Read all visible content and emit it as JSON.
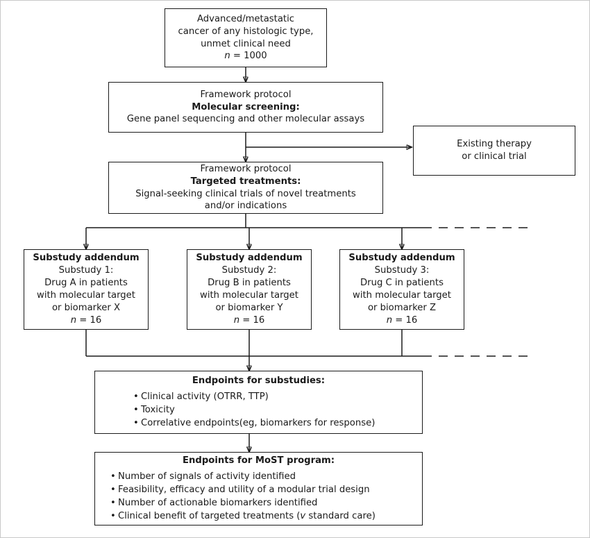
{
  "figure": {
    "title": "MoST modular trial program flowchart",
    "line_color": "#1a1a1a",
    "background": "#ffffff",
    "border_color": "#c8c8c8"
  },
  "nodes": {
    "population": {
      "line1": "Advanced/metastatic",
      "line2": "cancer of any histologic type,",
      "line3": "unmet clinical need",
      "n_italic": "n",
      "n_value": "= 1000"
    },
    "screening": {
      "line1": "Framework protocol",
      "heading": "Molecular screening:",
      "line3": "Gene panel sequencing and other molecular assays"
    },
    "existing": {
      "line1": "Existing therapy",
      "line2": "or clinical trial"
    },
    "targeted": {
      "line1": "Framework protocol",
      "heading": "Targeted treatments:",
      "line3": "Signal-seeking clinical trials of novel treatments",
      "line4": "and/or indications"
    },
    "substudy1": {
      "heading": "Substudy addendum",
      "line2": "Substudy 1:",
      "line3": "Drug A in patients",
      "line4": "with molecular target",
      "line5": "or biomarker X",
      "n_italic": "n",
      "n_value": "= 16"
    },
    "substudy2": {
      "heading": "Substudy addendum",
      "line2": "Substudy 2:",
      "line3": "Drug B in patients",
      "line4": "with molecular target",
      "line5": "or biomarker Y",
      "n_italic": "n",
      "n_value": "= 16"
    },
    "substudy3": {
      "heading": "Substudy addendum",
      "line2": "Substudy 3:",
      "line3": "Drug C in patients",
      "line4": "with molecular target",
      "line5": "or biomarker Z",
      "n_italic": "n",
      "n_value": "= 16"
    },
    "endpoints_substudies": {
      "heading": "Endpoints for substudies:",
      "items": [
        "Clinical activity (OTRR, TTP)",
        "Toxicity",
        "Correlative endpoints(eg, biomarkers for response)"
      ]
    },
    "endpoints_most": {
      "heading": "Endpoints for MoST program:",
      "items": [
        "Number of signals of activity identified",
        "Feasibility, efficacy and utility of a modular trial design",
        "Number of actionable biomarkers identified"
      ],
      "item4_pre": "Clinical benefit of targeted treatments (",
      "item4_italic": "v",
      "item4_post": " standard care)"
    }
  }
}
